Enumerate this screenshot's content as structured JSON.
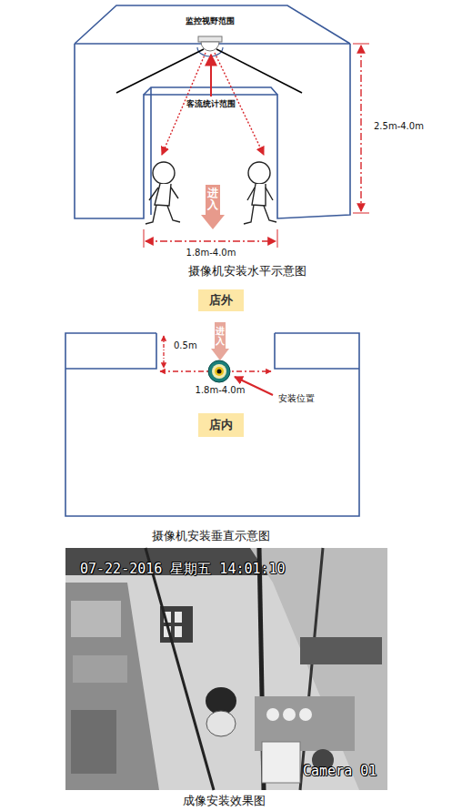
{
  "diagram": {
    "nodes": [
      {
        "text": [
          "进入"
        ]
      },
      {
        "text": [
          "店外"
        ]
      },
      {
        "text": [
          "进入"
        ]
      },
      {
        "text": [
          "店内"
        ]
      }
    ],
    "labels": [
      "监控视野范围",
      "客流统计范围",
      "2.5m-4.0m",
      "1.8m-4.0m",
      "摄像机安装水平示意图",
      "0.5m",
      "1.8m-4.0m",
      "安装位置",
      "摄像机安装垂直示意图",
      "07-22-2016 星期五 14:01:10",
      "Camera 01",
      "成像安装效果图"
    ]
  }
}
